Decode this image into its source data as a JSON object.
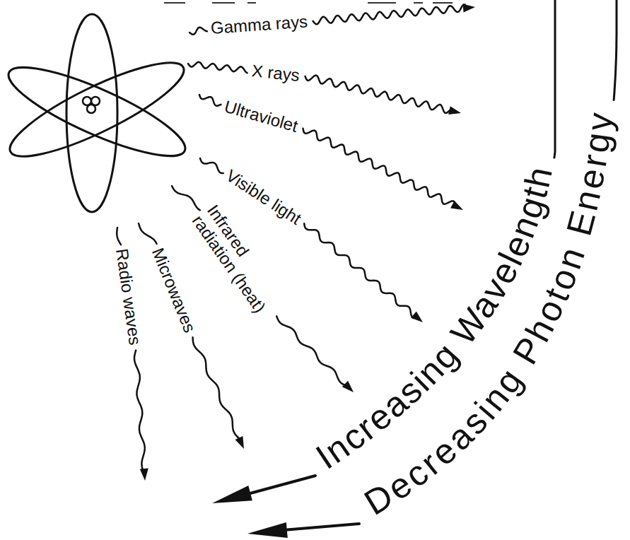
{
  "diagram": {
    "labels": [
      "Gamma rays",
      "X rays",
      "Ultraviolet",
      "Visible light",
      "Infrared radiation (heat)",
      "Microwaves",
      "Radio waves",
      "Increasing Wavelength",
      "Decreasing Photon Energy"
    ]
  }
}
